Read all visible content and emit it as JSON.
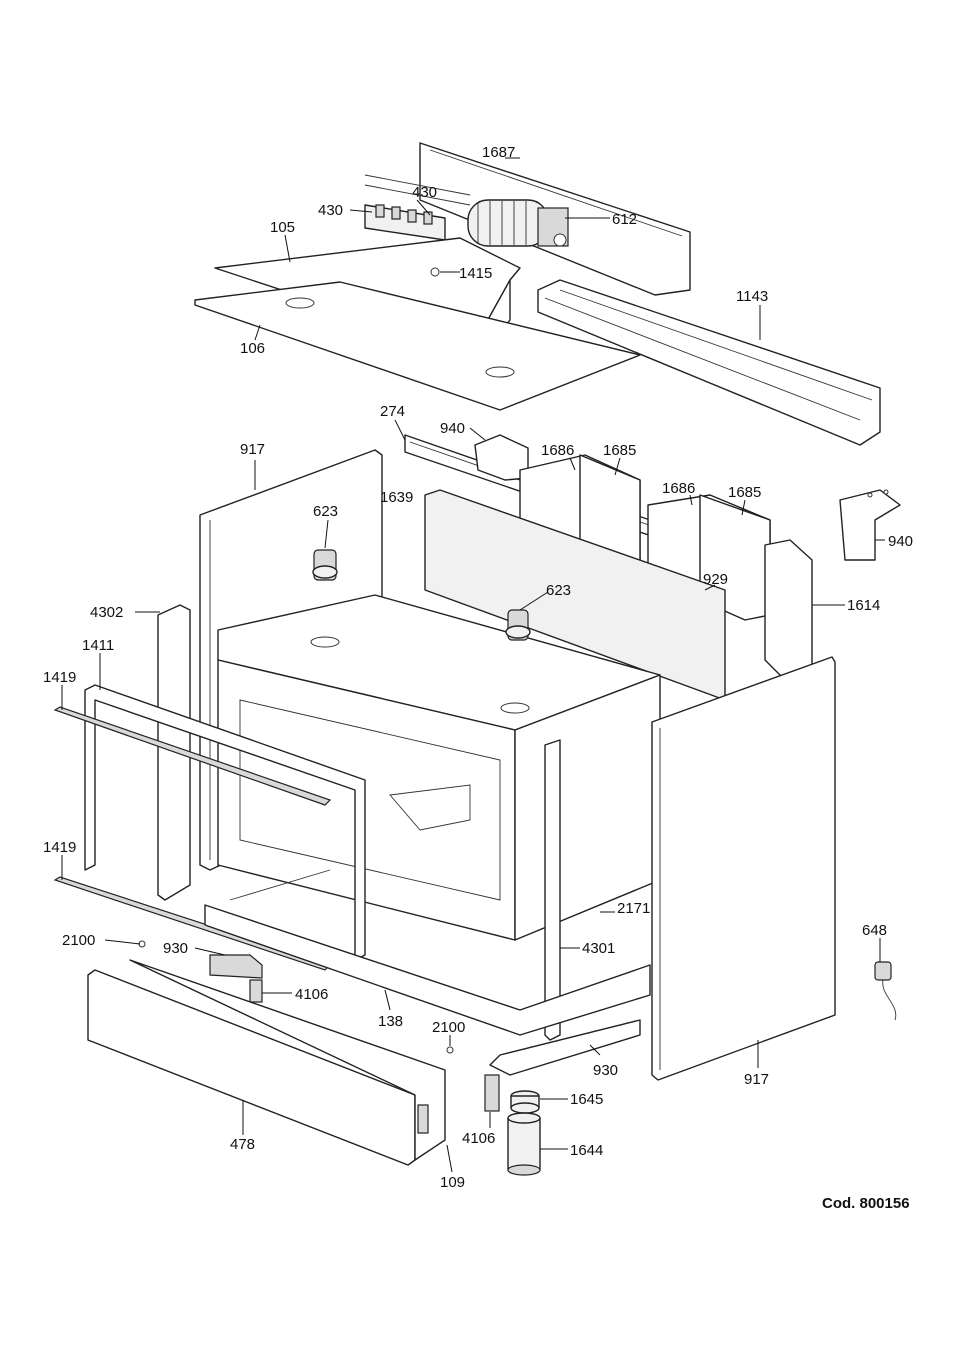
{
  "diagram": {
    "code": "Cod. 800156",
    "callouts": {
      "c1687": "1687",
      "c430a": "430",
      "c430b": "430",
      "c612": "612",
      "c105": "105",
      "c1415": "1415",
      "c1143": "1143",
      "c106": "106",
      "c274": "274",
      "c940a": "940",
      "c1686a": "1686",
      "c1685a": "1685",
      "c917a": "917",
      "c1639": "1639",
      "c623a": "623",
      "c1686b": "1686",
      "c1685b": "1685",
      "c940b": "940",
      "c929": "929",
      "c623b": "623",
      "c1614": "1614",
      "c4302": "4302",
      "c1411": "1411",
      "c1419a": "1419",
      "c1419b": "1419",
      "c2171": "2171",
      "c2100a": "2100",
      "c930a": "930",
      "c4301": "4301",
      "c648": "648",
      "c4106a": "4106",
      "c138": "138",
      "c2100b": "2100",
      "c930b": "930",
      "c917b": "917",
      "c1645": "1645",
      "c478": "478",
      "c4106b": "4106",
      "c1644": "1644",
      "c109": "109"
    }
  }
}
